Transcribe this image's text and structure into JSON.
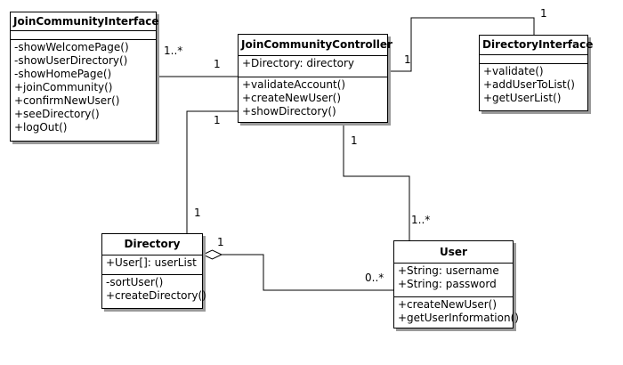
{
  "classes": {
    "join_community_interface": {
      "name": "JoinCommunityInterface",
      "attributes": [],
      "operations": [
        "-showWelcomePage()",
        "-showUserDirectory()",
        "-showHomePage()",
        "+joinCommunity()",
        "+confirmNewUser()",
        "+seeDirectory()",
        "+logOut()"
      ]
    },
    "join_community_controller": {
      "name": "JoinCommunityController",
      "attributes": [
        "+Directory: directory"
      ],
      "operations": [
        "+validateAccount()",
        "+createNewUser()",
        "+showDirectory()"
      ]
    },
    "directory_interface": {
      "name": "DirectoryInterface",
      "attributes": [],
      "operations": [
        "+validate()",
        "+addUserToList()",
        "+getUserList()"
      ]
    },
    "directory": {
      "name": "Directory",
      "attributes": [
        "+User[]: userList"
      ],
      "operations": [
        "-sortUser()",
        "+createDirectory()"
      ]
    },
    "user": {
      "name": "User",
      "attributes": [
        "+String: username",
        "+String: password"
      ],
      "operations": [
        "+createNewUser()",
        "+getUserInformation()"
      ]
    }
  },
  "associations": [
    {
      "from": "JoinCommunityInterface",
      "to": "JoinCommunityController",
      "from_multiplicity": "1..*",
      "to_multiplicity": "1"
    },
    {
      "from": "JoinCommunityController",
      "to": "DirectoryInterface",
      "from_multiplicity": "1",
      "to_multiplicity": "1"
    },
    {
      "from": "JoinCommunityController",
      "to": "Directory",
      "from_multiplicity": "1",
      "to_multiplicity": "1"
    },
    {
      "from": "JoinCommunityController",
      "to": "User",
      "from_multiplicity": "1",
      "to_multiplicity": "1..*"
    },
    {
      "from": "Directory",
      "to": "User",
      "from_multiplicity": "1",
      "to_multiplicity": "0..*",
      "kind": "aggregation"
    }
  ]
}
